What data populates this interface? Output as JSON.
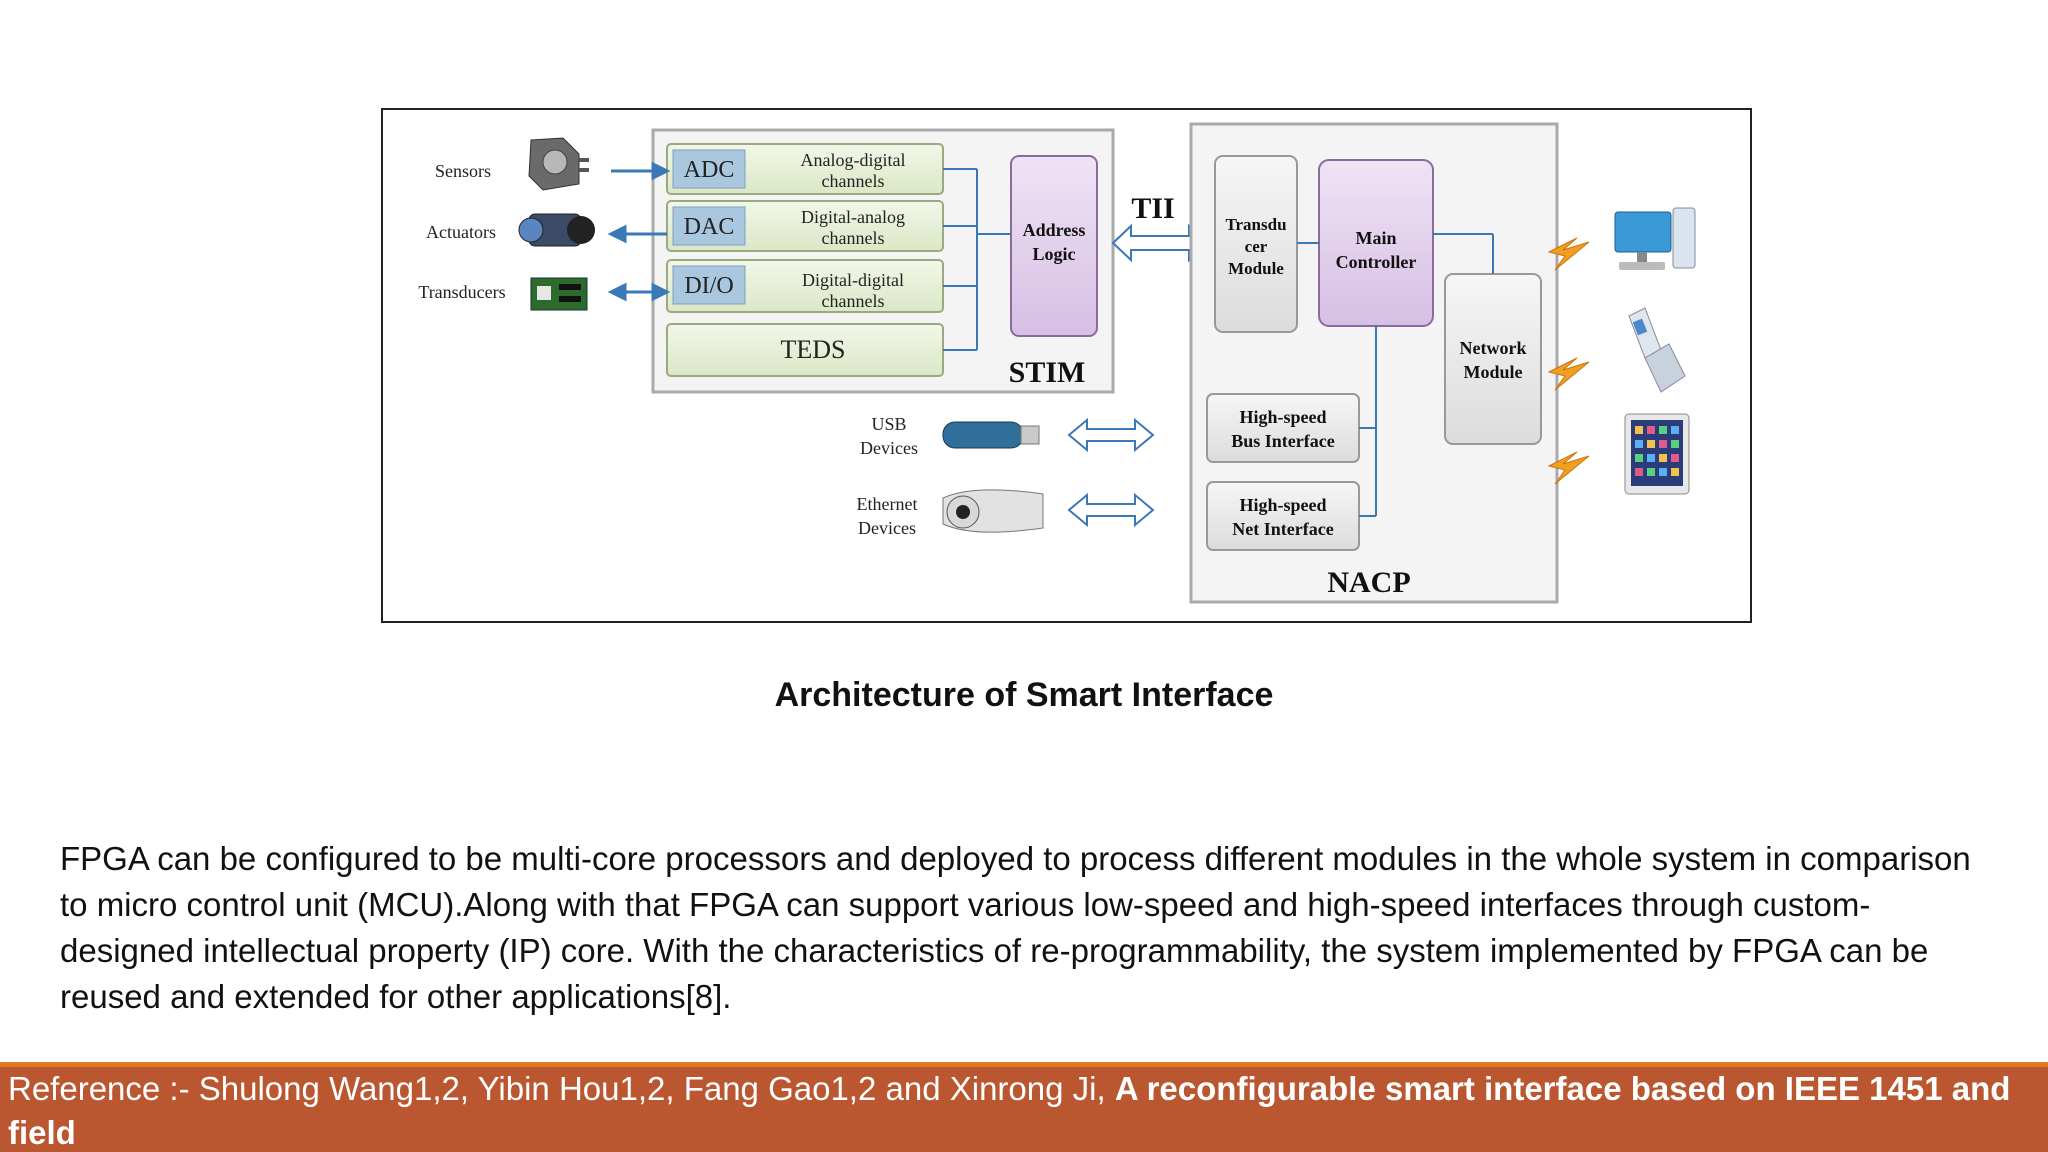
{
  "caption": "Architecture of Smart Interface",
  "body_text": "FPGA can be configured to be multi-core processors and deployed to process different modules in the whole system in comparison to micro control unit (MCU).Along with that FPGA can support various low-speed and high-speed interfaces through custom-designed intellectual property (IP) core. With the characteristics of re-programmability, the system implemented by FPGA can be reused and extended for other applications[8].",
  "reference": {
    "prefix": "Reference :- Shulong Wang1,2, Yibin Hou1,2, Fang Gao1,2 and Xinrong Ji, ",
    "title": "A reconfigurable smart interface based on IEEE 1451 and field"
  },
  "diagram": {
    "devices": {
      "sensors": "Sensors",
      "actuators": "Actuators",
      "transducers": "Transducers"
    },
    "channels": {
      "adc": "ADC",
      "adc_desc_1": "Analog-digital",
      "adc_desc_2": "channels",
      "dac": "DAC",
      "dac_desc_1": "Digital-analog",
      "dac_desc_2": "channels",
      "dio": "DI/O",
      "dio_desc_1": "Digital-digital",
      "dio_desc_2": "channels",
      "teds": "TEDS"
    },
    "address_logic_1": "Address",
    "address_logic_2": "Logic",
    "stim": "STIM",
    "tii": "TII",
    "transducer_module_1": "Transdu",
    "transducer_module_2": "cer",
    "transducer_module_3": "Module",
    "main_controller_1": "Main",
    "main_controller_2": "Controller",
    "network_module_1": "Network",
    "network_module_2": "Module",
    "bus_interface_1": "High-speed",
    "bus_interface_2": "Bus Interface",
    "net_interface_1": "High-speed",
    "net_interface_2": "Net Interface",
    "nacp": "NACP",
    "usb_1": "USB",
    "usb_2": "Devices",
    "ethernet_1": "Ethernet",
    "ethernet_2": "Devices"
  },
  "colors": {
    "ref_bar": "#bb5730",
    "ref_bar_border": "#e07a20",
    "channel_fill": "#e8f0d8",
    "channel_label_fill": "#a9c8df",
    "logic_fill": "#e4d4ee",
    "arrow_blue": "#3a78b8"
  }
}
